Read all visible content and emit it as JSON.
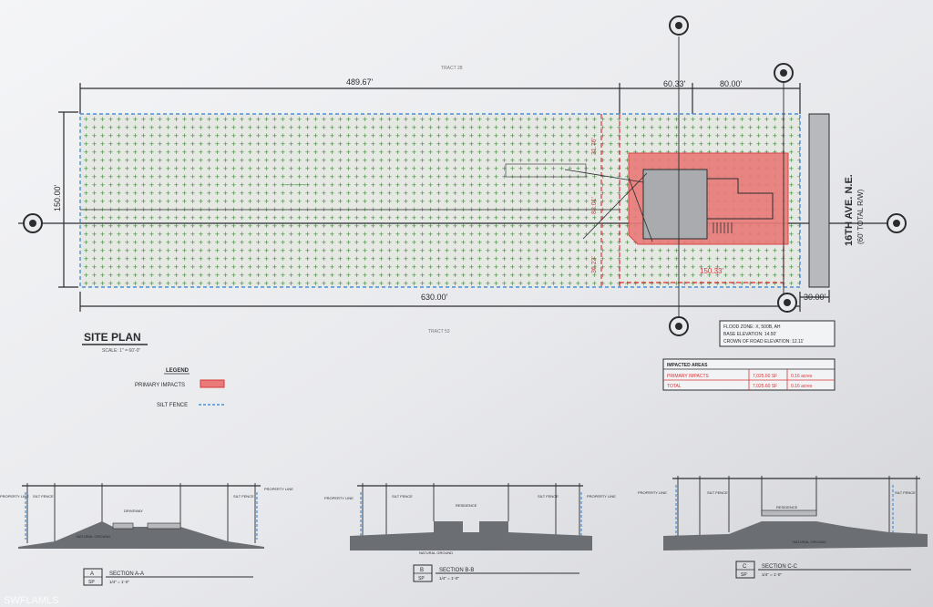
{
  "dimensions": {
    "top_length": "489.67'",
    "top_mid": "60.33'",
    "top_right": "80.00'",
    "left_width": "150.00'",
    "bottom_length": "630.00'",
    "row_width": "30.00'",
    "impact_width": "150.33'",
    "vert_upper": "31.76'",
    "vert_middle": "82.01'",
    "vert_lower": "36.23'"
  },
  "street": {
    "name": "16TH AVE. N.E.",
    "sub": "(60' TOTAL R/W)"
  },
  "tracts": {
    "top": "TRACT 28",
    "bottom": "TRACT 53"
  },
  "site_plan": {
    "title": "SITE PLAN",
    "scale": "SCALE: 1\" = 60'-0\""
  },
  "legend": {
    "title": "LEGEND",
    "primary_impacts": "PRIMARY IMPACTS",
    "silt_fence": "SILT FENCE"
  },
  "flood_info": {
    "line1": "FLOOD ZONE: X, 500B, AH",
    "line2": "BASE ELEVATION: 14.50'",
    "line3": "CROWN OF ROAD ELEVATION: 12.11'"
  },
  "impacted_areas": {
    "title": "IMPACTED AREAS",
    "rows": [
      {
        "label": "PRIMARY IMPACTS",
        "sf": "7,025.60 SF",
        "acres": "0.16 acres"
      },
      {
        "label": "TOTAL",
        "sf": "7,025.60 SF",
        "acres": "0.16 acres"
      }
    ]
  },
  "sections": [
    {
      "letter": "A",
      "sheet": "SP",
      "title": "SECTION A-A",
      "scale": "1/4\" = 1'-0\"",
      "center_label": "DRIVEWAY"
    },
    {
      "letter": "B",
      "sheet": "SP",
      "title": "SECTION B-B",
      "scale": "1/4\" = 1'-0\"",
      "center_label": "RESIDENCE"
    },
    {
      "letter": "C",
      "sheet": "SP",
      "title": "SECTION C-C",
      "scale": "1/4\" = 1'-0\"",
      "center_label": "RESIDENCE"
    }
  ],
  "section_labels": {
    "property_line": "PROPERTY LINE",
    "silt_fence": "SILT FENCE",
    "natural_ground": "NATURAL GROUND"
  },
  "watermark": "SWFLAMLS",
  "colors": {
    "paper": "#e9eaec",
    "ink": "#2a2c30",
    "dot_green": "#3f8a3a",
    "impact_red": "#d9363a",
    "impact_fill": "#e97b78",
    "silt_blue": "#4a8fd6",
    "building": "#a9abae"
  }
}
